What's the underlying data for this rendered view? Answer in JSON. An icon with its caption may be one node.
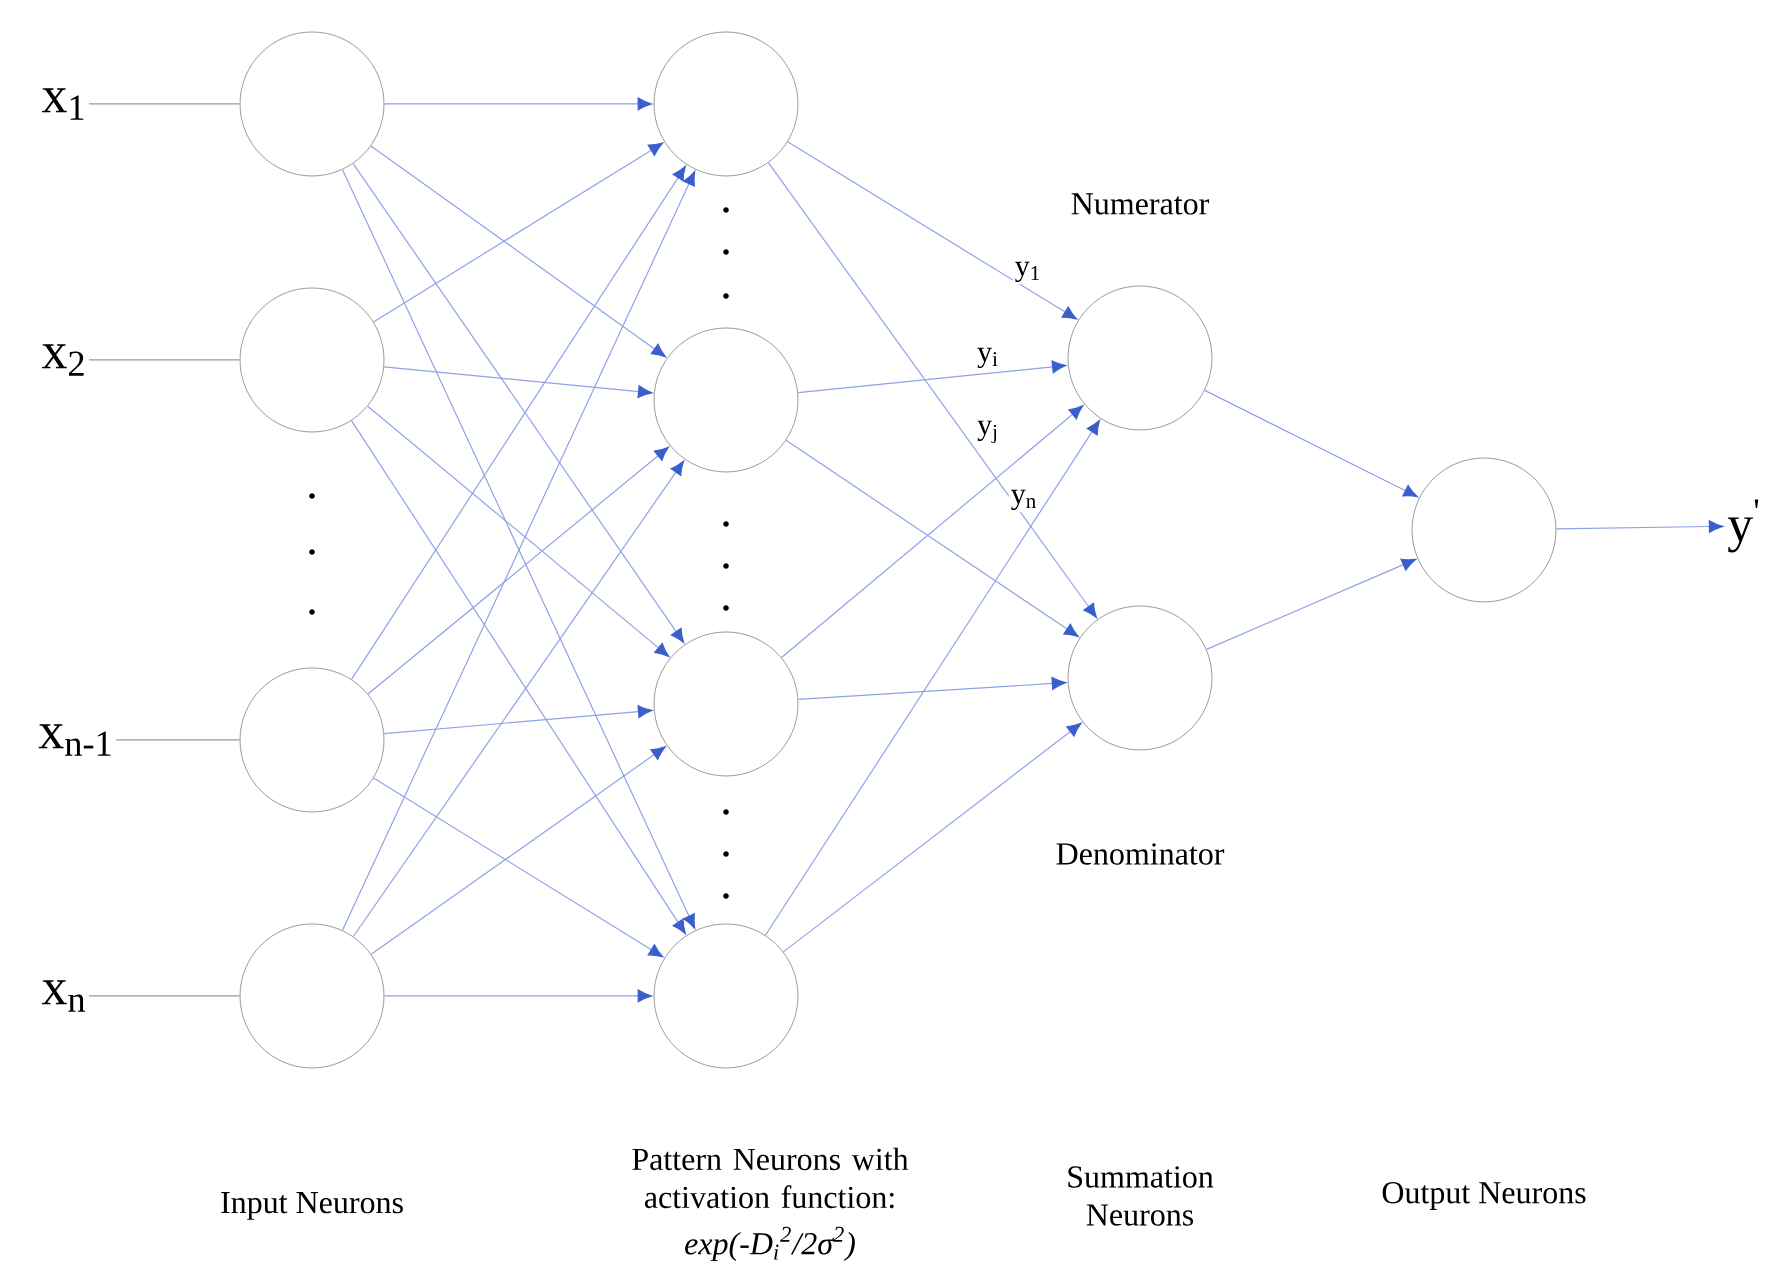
{
  "diagram": {
    "nodes": [
      {
        "text": [
          "x$_{1}$"
        ]
      },
      {
        "text": [
          "x$_{2}$"
        ]
      },
      {
        "text": [
          "x$_{n-1}$"
        ]
      },
      {
        "text": [
          "x$_{n}$"
        ]
      },
      {
        "text": [],
        "shape": "circle"
      },
      {
        "text": [],
        "shape": "circle"
      },
      {
        "text": [],
        "shape": "circle"
      },
      {
        "text": [],
        "shape": "circle"
      },
      {
        "text": [],
        "shape": "circle"
      },
      {
        "text": [],
        "shape": "circle"
      },
      {
        "text": [],
        "shape": "circle"
      },
      {
        "text": [],
        "shape": "circle"
      },
      {
        "text": [],
        "shape": "circle",
        "beside": [
          "Numerator"
        ]
      },
      {
        "text": [],
        "shape": "circle",
        "beside": [
          "Denominator"
        ]
      },
      {
        "text": [],
        "shape": "circle"
      },
      {
        "text": [
          "y$^{'}$"
        ]
      }
    ],
    "edges": [
      {
        "from": 0,
        "to": 4,
        "arrow": "none",
        "color": "#999999"
      },
      {
        "from": 1,
        "to": 5,
        "arrow": "none",
        "color": "#999999"
      },
      {
        "from": 2,
        "to": 6,
        "arrow": "none",
        "color": "#999999"
      },
      {
        "from": 3,
        "to": 7,
        "arrow": "none",
        "color": "#999999"
      },
      {
        "from": 4,
        "to": 8,
        "arrow": "to"
      },
      {
        "from": 4,
        "to": 9,
        "arrow": "to"
      },
      {
        "from": 4,
        "to": 10,
        "arrow": "to"
      },
      {
        "from": 4,
        "to": 11,
        "arrow": "to"
      },
      {
        "from": 5,
        "to": 8,
        "arrow": "to"
      },
      {
        "from": 5,
        "to": 9,
        "arrow": "to"
      },
      {
        "from": 5,
        "to": 10,
        "arrow": "to"
      },
      {
        "from": 5,
        "to": 11,
        "arrow": "to"
      },
      {
        "from": 6,
        "to": 8,
        "arrow": "to"
      },
      {
        "from": 6,
        "to": 9,
        "arrow": "to"
      },
      {
        "from": 6,
        "to": 10,
        "arrow": "to"
      },
      {
        "from": 6,
        "to": 11,
        "arrow": "to"
      },
      {
        "from": 7,
        "to": 8,
        "arrow": "to"
      },
      {
        "from": 7,
        "to": 9,
        "arrow": "to"
      },
      {
        "from": 7,
        "to": 10,
        "arrow": "to"
      },
      {
        "from": 7,
        "to": 11,
        "arrow": "to"
      },
      {
        "from": 8,
        "to": 12,
        "arrow": "to",
        "label": "y$_{1}$"
      },
      {
        "from": 8,
        "to": 13,
        "arrow": "to"
      },
      {
        "from": 9,
        "to": 12,
        "arrow": "to",
        "label": "y$_{i}$"
      },
      {
        "from": 9,
        "to": 13,
        "arrow": "to"
      },
      {
        "from": 10,
        "to": 12,
        "arrow": "to",
        "label": "y$_{j}$"
      },
      {
        "from": 10,
        "to": 13,
        "arrow": "to"
      },
      {
        "from": 11,
        "to": 12,
        "arrow": "to",
        "label": "y$_{n}$"
      },
      {
        "from": 11,
        "to": 13,
        "arrow": "to"
      },
      {
        "from": 12,
        "to": 14,
        "arrow": "to"
      },
      {
        "from": 13,
        "to": 14,
        "arrow": "to"
      },
      {
        "from": 14,
        "to": 15,
        "arrow": "to"
      }
    ],
    "labels": [
      "Input Neurons",
      "Pattern Neurons with activation function:",
      "exp(-D$_{i}$$^{2}$/2σ$^{2}$)",
      "Summation Neurons",
      "Output Neurons"
    ]
  }
}
